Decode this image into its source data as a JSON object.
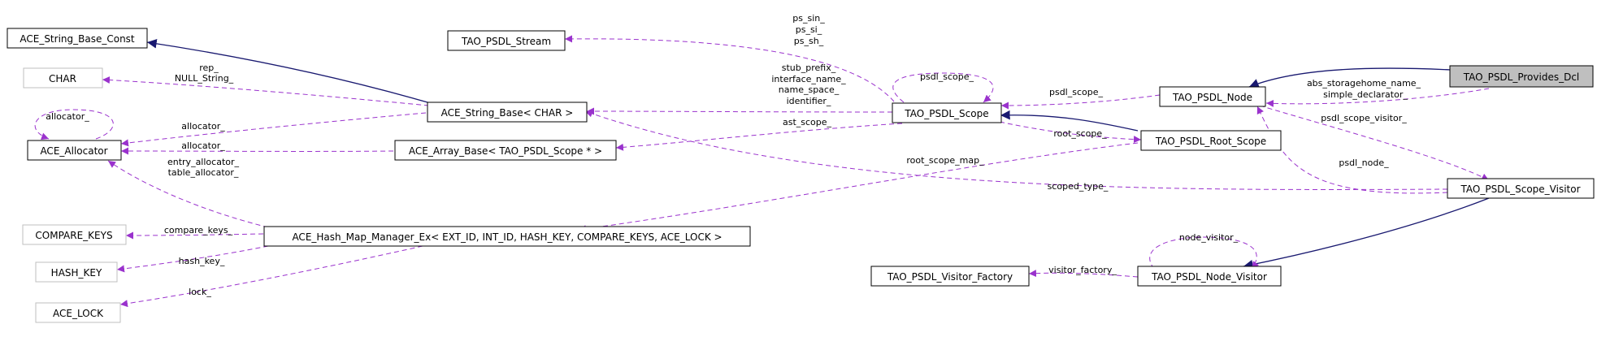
{
  "colors": {
    "inheritance": "#191970",
    "usage": "#9a32cd",
    "focus_fill": "#bfbfbf",
    "undocumented_border": "#bfbfbf"
  },
  "nodes": {
    "ace_string_base_const": "ACE_String_Base_Const",
    "char": "CHAR",
    "ace_allocator": "ACE_Allocator",
    "compare_keys": "COMPARE_KEYS",
    "hash_key": "HASH_KEY",
    "ace_lock": "ACE_LOCK",
    "tao_psdl_stream": "TAO_PSDL_Stream",
    "ace_string_base": "ACE_String_Base< CHAR >",
    "ace_array_base": "ACE_Array_Base< TAO_PSDL_Scope * >",
    "ace_hash_map_manager": "ACE_Hash_Map_Manager_Ex< EXT_ID, INT_ID, HASH_KEY, COMPARE_KEYS, ACE_LOCK >",
    "tao_psdl_visitor_factory": "TAO_PSDL_Visitor_Factory",
    "tao_psdl_scope": "TAO_PSDL_Scope",
    "tao_psdl_node": "TAO_PSDL_Node",
    "tao_psdl_root_scope": "TAO_PSDL_Root_Scope",
    "tao_psdl_node_visitor": "TAO_PSDL_Node_Visitor",
    "tao_psdl_provides_dcl": "TAO_PSDL_Provides_Dcl",
    "tao_psdl_scope_visitor": "TAO_PSDL_Scope_Visitor"
  },
  "edge_labels": {
    "rep": "rep_",
    "null_string": "NULL_String_",
    "allocator_self": "allocator_",
    "allocator_1": "allocator_",
    "allocator_2": "allocator_",
    "entry_allocator": "entry_allocator_",
    "table_allocator": "table_allocator_",
    "compare_keys": "compare_keys_",
    "hash_key": "hash_key_",
    "lock": "lock_",
    "ps_sin": "ps_sin_",
    "ps_si": "ps_si_",
    "ps_sh": "ps_sh_",
    "stub_prefix": "stub_prefix_",
    "interface_name": "interface_name_",
    "name_space": "name_space_",
    "identifier": "identifier_",
    "psdl_scope_self": "psdl_scope_",
    "ast_scope": "ast_scope_",
    "psdl_scope": "psdl_scope_",
    "root_scope": "root_scope_",
    "root_scope_map": "root_scope_map_",
    "scoped_type": "scoped_type_",
    "abs_storagehome_name": "abs_storagehome_name_",
    "simple_declarator": "simple_declarator_",
    "psdl_scope_visitor": "psdl_scope_visitor_",
    "psdl_node": "psdl_node_",
    "node_visitor": "node_visitor_",
    "visitor_factory": "visitor_factory_"
  }
}
